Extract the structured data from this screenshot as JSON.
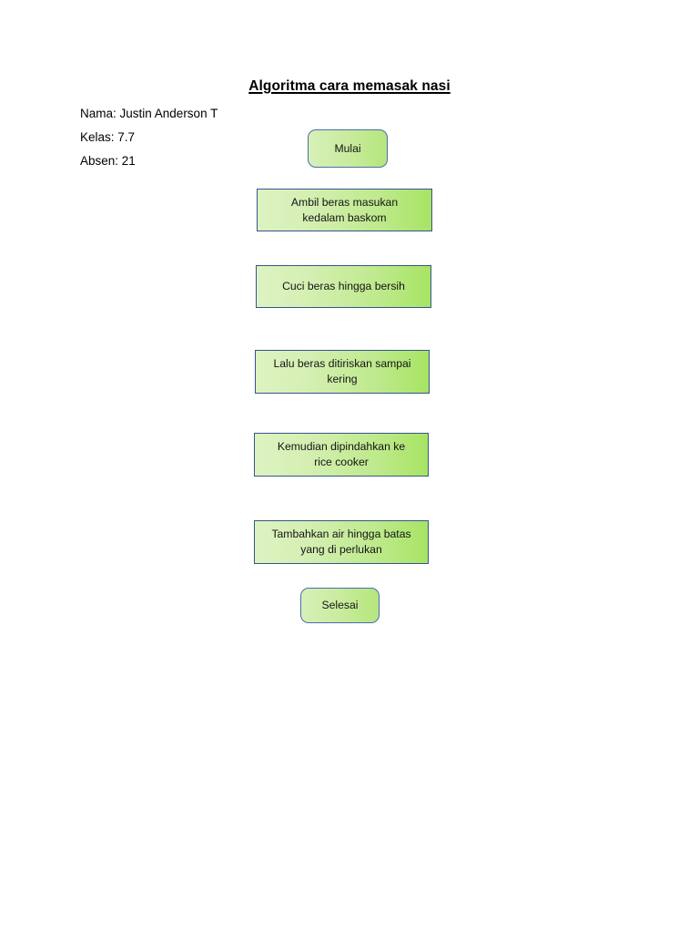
{
  "document": {
    "title": "Algoritma cara memasak nasi",
    "meta_lines": [
      "Nama: Justin Anderson T",
      "Kelas: 7.7",
      "Absen: 21"
    ]
  },
  "flowchart": {
    "border_color": "#36548D",
    "fill_start_color": "#DDF3C2",
    "fill_end_color": "#A7E463",
    "nodes": [
      {
        "id": "start",
        "shape": "terminator",
        "label": "Mulai"
      },
      {
        "id": "step1",
        "shape": "process",
        "label": "Ambil beras masukan\nkedalam baskom"
      },
      {
        "id": "step2",
        "shape": "process",
        "label": "Cuci beras hingga bersih"
      },
      {
        "id": "step3",
        "shape": "process",
        "label": "Lalu beras ditiriskan sampai\nkering"
      },
      {
        "id": "step4",
        "shape": "process",
        "label": "Kemudian dipindahkan ke\nrice cooker"
      },
      {
        "id": "step5",
        "shape": "process",
        "label": "Tambahkan air hingga batas\nyang di perlukan"
      },
      {
        "id": "end",
        "shape": "terminator",
        "label": "Selesai"
      }
    ]
  }
}
